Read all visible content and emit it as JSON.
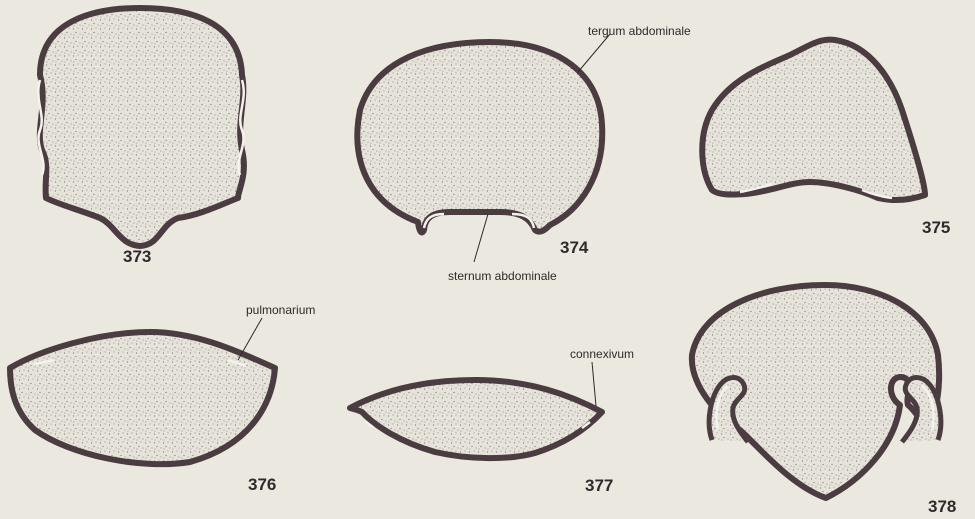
{
  "figures": [
    {
      "number": "373"
    },
    {
      "number": "374"
    },
    {
      "number": "375"
    },
    {
      "number": "376"
    },
    {
      "number": "377"
    },
    {
      "number": "378"
    }
  ],
  "labels": {
    "tergum": "tergum abdominale",
    "sternum": "sternum abdominale",
    "pulmonarium": "pulmonarium",
    "connexivum": "connexivum"
  },
  "colors": {
    "background": "#ebe8e0",
    "outline": "#4a3c40",
    "fill": "#e6e3da",
    "stipple": "#7d7575"
  }
}
